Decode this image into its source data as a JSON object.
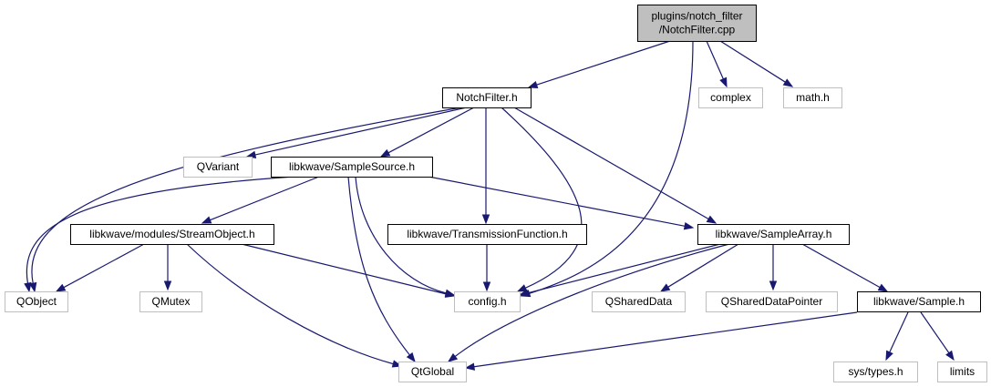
{
  "colors": {
    "edge": "#191970",
    "border_documented": "#000000",
    "border_external": "#bfbfbf",
    "fill_root": "#bfbfbf",
    "fill_default": "#ffffff"
  },
  "nodes": {
    "root": {
      "lines": [
        "plugins/notch_filter",
        "/NotchFilter.cpp"
      ],
      "kind": "root"
    },
    "notchfilter_h": {
      "lines": [
        "NotchFilter.h"
      ],
      "kind": "documented"
    },
    "complex": {
      "lines": [
        "complex"
      ],
      "kind": "external"
    },
    "math_h": {
      "lines": [
        "math.h"
      ],
      "kind": "external"
    },
    "qvariant": {
      "lines": [
        "QVariant"
      ],
      "kind": "external"
    },
    "samplesource_h": {
      "lines": [
        "libkwave/SampleSource.h"
      ],
      "kind": "documented"
    },
    "streamobject_h": {
      "lines": [
        "libkwave/modules/StreamObject.h"
      ],
      "kind": "documented"
    },
    "transmissionfunction_h": {
      "lines": [
        "libkwave/TransmissionFunction.h"
      ],
      "kind": "documented"
    },
    "samplearray_h": {
      "lines": [
        "libkwave/SampleArray.h"
      ],
      "kind": "documented"
    },
    "qobject": {
      "lines": [
        "QObject"
      ],
      "kind": "external"
    },
    "qmutex": {
      "lines": [
        "QMutex"
      ],
      "kind": "external"
    },
    "config_h": {
      "lines": [
        "config.h"
      ],
      "kind": "external"
    },
    "qshareddata": {
      "lines": [
        "QSharedData"
      ],
      "kind": "external"
    },
    "qshareddatapointer": {
      "lines": [
        "QSharedDataPointer"
      ],
      "kind": "external"
    },
    "sample_h": {
      "lines": [
        "libkwave/Sample.h"
      ],
      "kind": "documented"
    },
    "qtglobal": {
      "lines": [
        "QtGlobal"
      ],
      "kind": "external"
    },
    "sys_types_h": {
      "lines": [
        "sys/types.h"
      ],
      "kind": "external"
    },
    "limits": {
      "lines": [
        "limits"
      ],
      "kind": "external"
    }
  },
  "edges": [
    [
      "root",
      "notchfilter_h"
    ],
    [
      "root",
      "config_h"
    ],
    [
      "root",
      "complex"
    ],
    [
      "root",
      "math_h"
    ],
    [
      "notchfilter_h",
      "qobject"
    ],
    [
      "notchfilter_h",
      "qvariant"
    ],
    [
      "notchfilter_h",
      "samplesource_h"
    ],
    [
      "notchfilter_h",
      "transmissionfunction_h"
    ],
    [
      "notchfilter_h",
      "samplearray_h"
    ],
    [
      "notchfilter_h",
      "config_h"
    ],
    [
      "samplesource_h",
      "qobject"
    ],
    [
      "samplesource_h",
      "streamobject_h"
    ],
    [
      "samplesource_h",
      "samplearray_h"
    ],
    [
      "samplesource_h",
      "config_h"
    ],
    [
      "samplesource_h",
      "qtglobal"
    ],
    [
      "streamobject_h",
      "qobject"
    ],
    [
      "streamobject_h",
      "qmutex"
    ],
    [
      "streamobject_h",
      "config_h"
    ],
    [
      "streamobject_h",
      "qtglobal"
    ],
    [
      "transmissionfunction_h",
      "config_h"
    ],
    [
      "samplearray_h",
      "config_h"
    ],
    [
      "samplearray_h",
      "qshareddata"
    ],
    [
      "samplearray_h",
      "qshareddatapointer"
    ],
    [
      "samplearray_h",
      "sample_h"
    ],
    [
      "samplearray_h",
      "qtglobal"
    ],
    [
      "sample_h",
      "qtglobal"
    ],
    [
      "sample_h",
      "sys_types_h"
    ],
    [
      "sample_h",
      "limits"
    ]
  ]
}
